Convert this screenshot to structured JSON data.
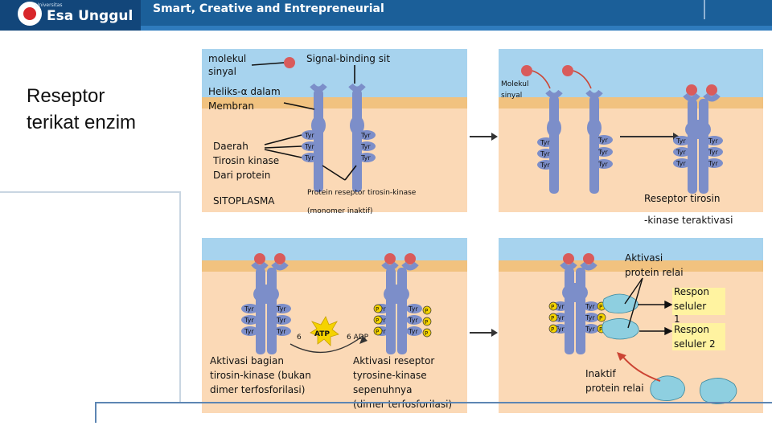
{
  "header": {
    "logo_small": "Universitas",
    "logo_text": "Esa Unggul",
    "tagline": "Smart, Creative and Entrepreneurial"
  },
  "slide_title_line1": "Reseptor",
  "slide_title_line2": "terikat enzim",
  "panel1": {
    "molekul_sinyal": [
      "molekul",
      "sinyal"
    ],
    "signal_binding": "Signal-binding sit",
    "heliks": [
      "Heliks-α  dalam",
      "Membran"
    ],
    "daerah": [
      "Daerah",
      "Tirosin kinase",
      "Dari protein"
    ],
    "sitoplasma": "SITOPLASMA",
    "protein_reseptor": "Protein  reseptor  tirosin-kinase",
    "monomer": "(monomer  inaktif)"
  },
  "panel2": {
    "molekul_sinyal": [
      "Molekul",
      "sinyal"
    ],
    "reseptor_aktif": [
      "Reseptor tirosin",
      "-kinase  teraktivasi"
    ]
  },
  "panel3": {
    "atp_count": "6",
    "atp": "ATP",
    "adp": "6  ADP",
    "aktivasi_bagian": [
      "Aktivasi  bagian",
      "tirosin-kinase  (bukan",
      "dimer  terfosforilasi)"
    ],
    "aktivasi_reseptor": [
      "Aktivasi  reseptor",
      "tyrosine-kinase",
      "sepenuhnya",
      "(dimer  terfosforilasi)"
    ]
  },
  "panel4": {
    "aktivasi_relai": [
      "Aktivasi",
      "protein relai"
    ],
    "respon1": [
      "Respon",
      "seluler",
      "1"
    ],
    "respon2": [
      "Respon",
      "seluler 2"
    ],
    "inaktif": [
      "Inaktif",
      "protein relai"
    ]
  },
  "tyr_label": "Tyr",
  "p_label": "P",
  "colors": {
    "bg_blue": "#a7d3ee",
    "membrane": "#f1c27f",
    "cytoplasm": "#fbd9b6",
    "receptor": "#7c8ec9",
    "ligand": "#d95b5b",
    "relay": "#8ecfe0",
    "response_box": "#fff3a0"
  }
}
